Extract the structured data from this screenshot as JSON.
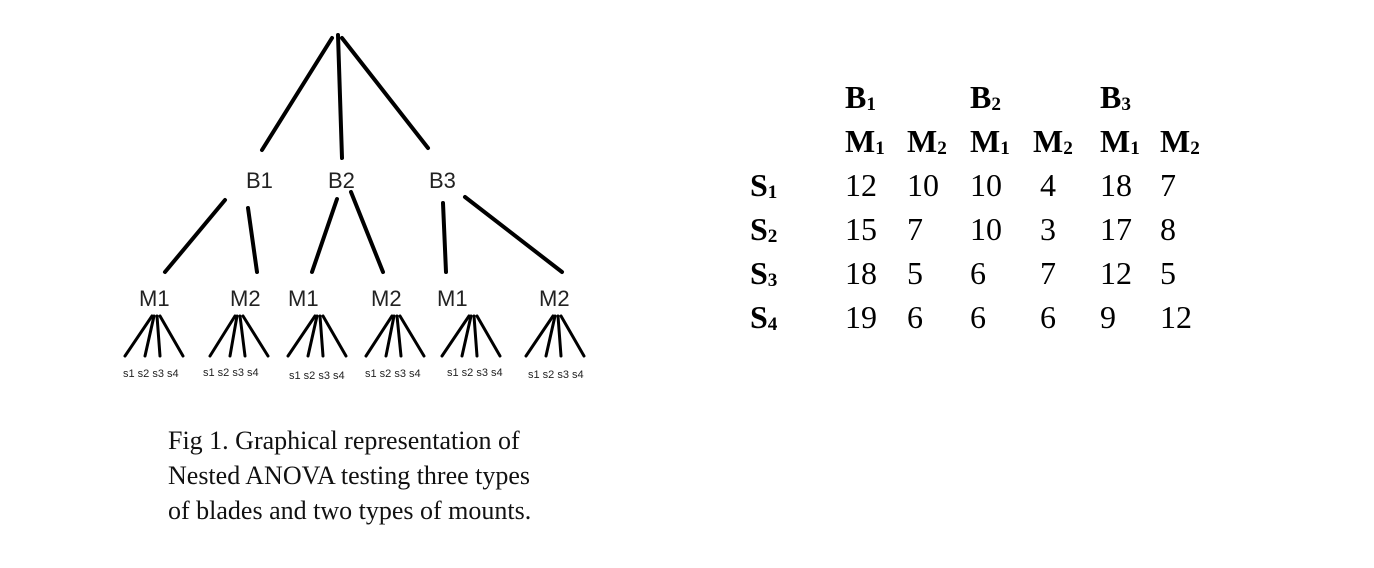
{
  "diagram": {
    "blade_labels": [
      "B1",
      "B2",
      "B3"
    ],
    "mount_labels": [
      "M1",
      "M2",
      "M1",
      "M2",
      "M1",
      "M2"
    ],
    "sample_labels": [
      "s1 s2 s3 s4",
      "s1 s2 s3 s4",
      "s1 s2 s3 s4",
      "s1 s2 s3 s4",
      "s1 s2 s3 s4",
      "s1 s2 s3 s4"
    ]
  },
  "caption": {
    "lines": [
      "Fig 1. Graphical representation of",
      "Nested ANOVA testing three types",
      "of  blades and two types of mounts."
    ]
  },
  "table": {
    "blades": [
      {
        "letter": "B",
        "sub": "1"
      },
      {
        "letter": "B",
        "sub": "2"
      },
      {
        "letter": "B",
        "sub": "3"
      }
    ],
    "mounts": [
      {
        "letter": "M",
        "sub": "1"
      },
      {
        "letter": "M",
        "sub": "2"
      },
      {
        "letter": "M",
        "sub": "1"
      },
      {
        "letter": "M",
        "sub": "2"
      },
      {
        "letter": "M",
        "sub": "1"
      },
      {
        "letter": "M",
        "sub": "2"
      }
    ],
    "rows": [
      {
        "letter": "S",
        "sub": "1",
        "values": [
          "12",
          "10",
          "10",
          "4",
          "18",
          "7"
        ]
      },
      {
        "letter": "S",
        "sub": "2",
        "values": [
          "15",
          "7",
          "10",
          "3",
          "17",
          "8"
        ]
      },
      {
        "letter": "S",
        "sub": "3",
        "values": [
          "18",
          "5",
          "6",
          "7",
          "12",
          "5"
        ]
      },
      {
        "letter": "S",
        "sub": "4",
        "values": [
          "19",
          "6",
          "6",
          "6",
          "9",
          "12"
        ]
      }
    ]
  }
}
